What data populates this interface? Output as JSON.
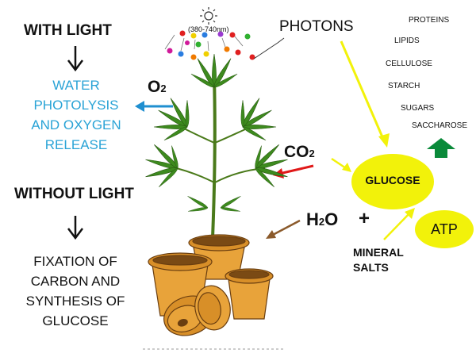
{
  "left": {
    "with_light": "WITH LIGHT",
    "water_lines": [
      "WATER",
      "PHOTOLYSIS",
      "AND OXYGEN",
      "RELEASE"
    ],
    "without_light": "WITHOUT LIGHT",
    "fixation_lines": [
      "FIXATION OF",
      "CARBON AND",
      "SYNTHESIS OF",
      "GLUCOSE"
    ]
  },
  "molecules": {
    "o2_main": "O",
    "o2_sub": "2",
    "co2_main": "CO",
    "co2_sub": "2",
    "h2o_h": "H",
    "h2o_sub": "2",
    "h2o_o": "O",
    "plus": "+"
  },
  "light": {
    "range": "(380-740nm)",
    "photons": "PHOTONS"
  },
  "right": {
    "glucose": "GLUCOSE",
    "atp": "ATP",
    "mineral_lines": [
      "MINERAL",
      "SALTS"
    ],
    "products": [
      "PROTEINS",
      "LIPIDS",
      "CELLULOSE",
      "STARCH",
      "SUGARS",
      "SACCHAROSE"
    ]
  },
  "colors": {
    "blue_text": "#29a3d6",
    "blue_arrow": "#1f8fd0",
    "red_arrow": "#e01818",
    "brown_arrow": "#8b5a2b",
    "yellow": "#f2f20a",
    "green_arrow": "#0a8a3a",
    "plant_green": "#3d8a1e",
    "pot_orange": "#e8a33a"
  }
}
